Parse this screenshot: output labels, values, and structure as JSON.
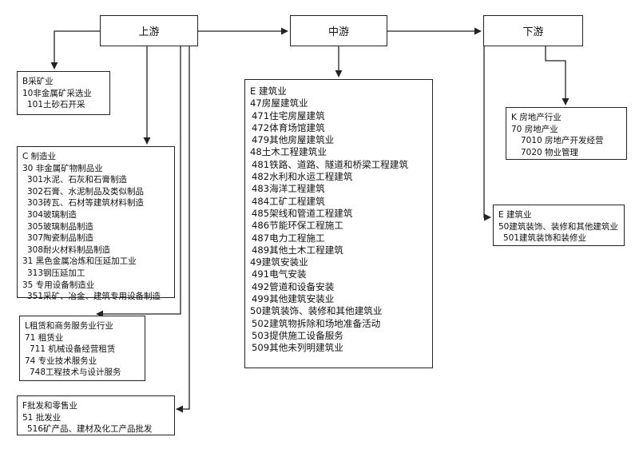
{
  "headers": {
    "upstream": "上游",
    "midstream": "中游",
    "downstream": "下游"
  },
  "boxes": {
    "b": {
      "lines": [
        {
          "text": "B采矿业",
          "indent": 0
        },
        {
          "text": "10非金属矿采选业",
          "indent": 0
        },
        {
          "text": "101土砂石开采",
          "indent": 1
        }
      ]
    },
    "c": {
      "lines": [
        {
          "text": "C 制造业",
          "indent": 0
        },
        {
          "text": "30 非金属矿物制品业",
          "indent": 0
        },
        {
          "text": "301水泥、石灰和石膏制造",
          "indent": 1
        },
        {
          "text": "302石膏、水泥制品及类似制品",
          "indent": 1
        },
        {
          "text": "303砖瓦、石材等建筑材料制造",
          "indent": 1
        },
        {
          "text": "304玻璃制造",
          "indent": 1
        },
        {
          "text": "305玻璃制品制造",
          "indent": 1
        },
        {
          "text": "307陶瓷制品制造",
          "indent": 1
        },
        {
          "text": "308耐火材料制品制造",
          "indent": 1
        },
        {
          "text": "31 黑色金属冶炼和压延加工业",
          "indent": 0
        },
        {
          "text": "313钢压延加工",
          "indent": 1
        },
        {
          "text": "35 专用设备制造业",
          "indent": 0
        },
        {
          "text": "351采矿、冶金、建筑专用设备制造",
          "indent": 1
        }
      ]
    },
    "l": {
      "lines": [
        {
          "text": "L租赁和商务服务业行业",
          "indent": 0
        },
        {
          "text": "71 租赁业",
          "indent": 0
        },
        {
          "text": "711 机械设备经营租赁",
          "indent": 1
        },
        {
          "text": "74 专业技术服务业",
          "indent": 0
        },
        {
          "text": "748工程技术与设计服务",
          "indent": 1
        }
      ]
    },
    "f": {
      "lines": [
        {
          "text": "F批发和零售业",
          "indent": 0
        },
        {
          "text": "51 批发业",
          "indent": 0
        },
        {
          "text": "516矿产品、建材及化工产品批发",
          "indent": 1
        }
      ]
    },
    "e": {
      "lines": [
        {
          "text": "E 建筑业",
          "indent": 0
        },
        {
          "text": "47房屋建筑业",
          "indent": 0
        },
        {
          "text": "471住宅房屋建筑",
          "indent": 1
        },
        {
          "text": "472体育场馆建筑",
          "indent": 1
        },
        {
          "text": "479其他房屋建筑业",
          "indent": 1
        },
        {
          "text": "48土木工程建筑业",
          "indent": 0
        },
        {
          "text": "481铁路、道路、隧道和桥梁工程建筑",
          "indent": 1
        },
        {
          "text": "482水利和水运工程建筑",
          "indent": 1
        },
        {
          "text": "483海洋工程建筑",
          "indent": 1
        },
        {
          "text": "484工矿工程建筑",
          "indent": 1
        },
        {
          "text": "485架线和管道工程建筑",
          "indent": 1
        },
        {
          "text": "486节能环保工程施工",
          "indent": 1
        },
        {
          "text": "487电力工程施工",
          "indent": 1
        },
        {
          "text": "489其他土木工程建筑",
          "indent": 1
        },
        {
          "text": "49建筑安装业",
          "indent": 0
        },
        {
          "text": "491电气安装",
          "indent": 1
        },
        {
          "text": "492管道和设备安装",
          "indent": 1
        },
        {
          "text": "499其他建筑安装业",
          "indent": 1
        },
        {
          "text": "50建筑装饰、装修和其他建筑业",
          "indent": 0
        },
        {
          "text": "502建筑物拆除和场地准备活动",
          "indent": 1
        },
        {
          "text": "503提供施工设备服务",
          "indent": 1
        },
        {
          "text": "509其他未列明建筑业",
          "indent": 1
        }
      ]
    },
    "k": {
      "lines": [
        {
          "text": "K 房地产行业",
          "indent": 0
        },
        {
          "text": "70 房地产业",
          "indent": 0
        },
        {
          "text": "7010 房地产开发经营",
          "indent": 2
        },
        {
          "text": "7020 物业管理",
          "indent": 2
        }
      ]
    },
    "e2": {
      "lines": [
        {
          "text": "E 建筑业",
          "indent": 0
        },
        {
          "text": "50建筑装饰、装修和其他建筑业",
          "indent": 0
        },
        {
          "text": "501建筑装饰和装修业",
          "indent": 1
        }
      ]
    }
  }
}
